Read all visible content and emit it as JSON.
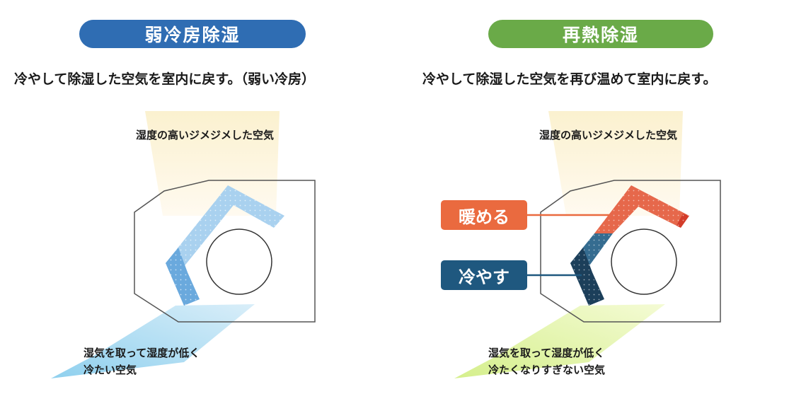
{
  "left": {
    "title": "弱冷房除湿",
    "subtitle": "冷やして除湿した空気を室内に戻す。（弱い冷房）",
    "air_in": "湿度の高いジメジメした空気",
    "air_out_line1": "湿気を取って湿度が低く",
    "air_out_line2": "冷たい空気"
  },
  "right": {
    "title": "再熱除湿",
    "subtitle": "冷やして除湿した空気を再び温めて室内に戻す。",
    "air_in": "湿度の高いジメジメした空気",
    "air_out_line1": "湿気を取って湿度が低く",
    "air_out_line2": "冷たくなりすぎない空気",
    "warm_label": "暖める",
    "cool_label": "冷やす"
  },
  "colors": {
    "blue_pill": "#2f6db3",
    "green_pill": "#6aaa48",
    "warm": "#ea6a3f",
    "cool": "#1f587f"
  }
}
